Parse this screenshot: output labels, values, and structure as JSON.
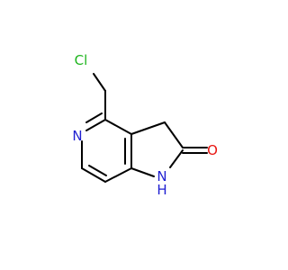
{
  "molecule": {
    "atom_labels": {
      "cl": "Cl",
      "n_ring": "N",
      "nh_n": "N",
      "nh_h": "H",
      "o": "O"
    },
    "colors": {
      "chlorine": "#1fb51f",
      "nitrogen": "#1f1fd1",
      "oxygen": "#e8140f",
      "bond": "#000000"
    }
  }
}
